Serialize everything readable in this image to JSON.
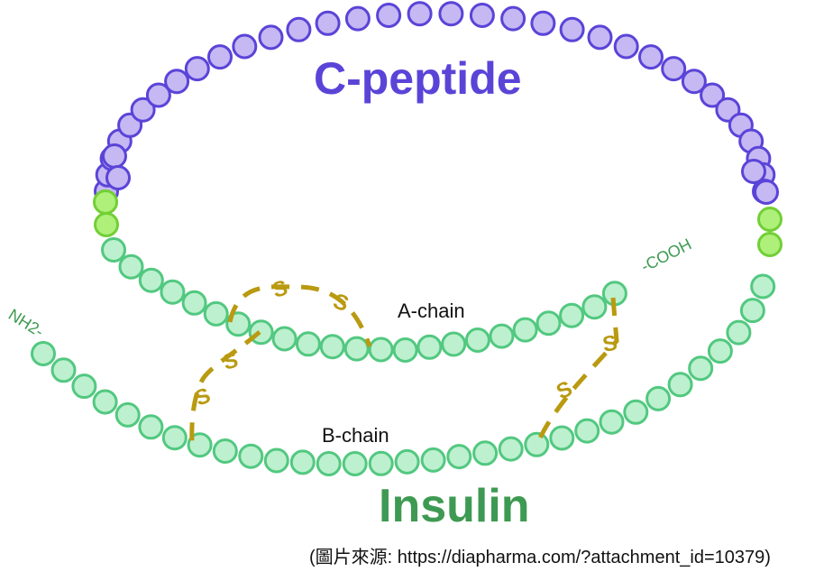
{
  "labels": {
    "c_peptide": "C-peptide",
    "insulin": "Insulin",
    "a_chain": "A-chain",
    "b_chain": "B-chain",
    "nh2": "NH2-",
    "cooh": "-COOH",
    "sulfur": "S"
  },
  "caption": "(圖片來源: https://diapharma.com/?attachment_id=10379)",
  "colors": {
    "c_peptide_fill": "#c6b8f2",
    "c_peptide_stroke": "#5a44d8",
    "linker_fill": "#aef07a",
    "linker_stroke": "#72cf35",
    "chain_fill": "#bdf0cf",
    "chain_stroke": "#52c880",
    "disulfide": "#b99a10"
  }
}
